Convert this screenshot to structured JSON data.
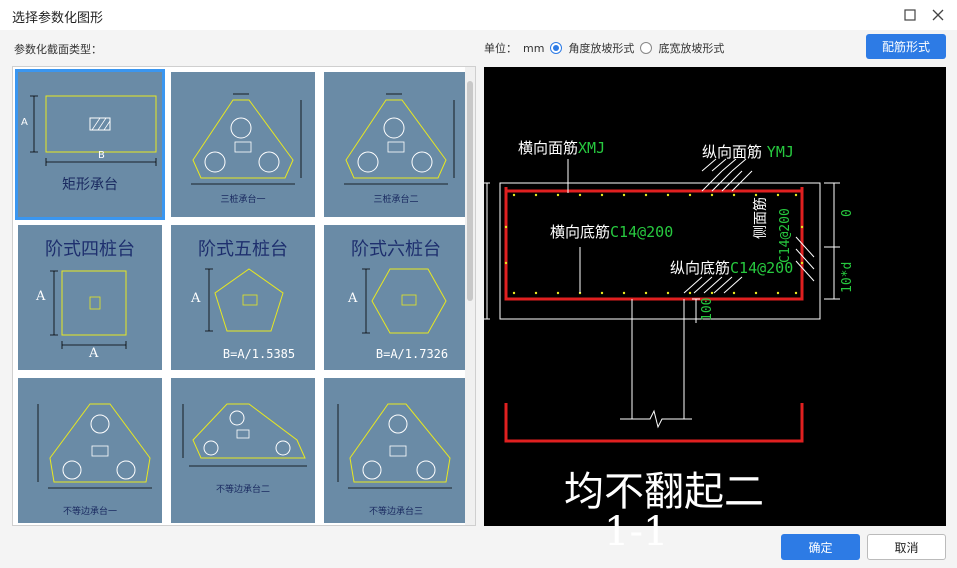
{
  "window": {
    "title": "选择参数化图形"
  },
  "section_label": "参数化截面类型：",
  "unit": {
    "label": "单位：",
    "value": "mm"
  },
  "slope_options": [
    {
      "label": "角度放坡形式",
      "checked": true
    },
    {
      "label": "底宽放坡形式",
      "checked": false
    }
  ],
  "buttons": {
    "rebar_form": "配筋形式",
    "ok": "确定",
    "cancel": "取消"
  },
  "tiles": [
    {
      "caption": "矩形承台",
      "dim_a": "A",
      "dim_b": "B",
      "selected": true
    },
    {
      "caption": "三桩承台一",
      "selected": false
    },
    {
      "caption": "三桩承台二",
      "selected": false
    },
    {
      "title": "阶式四桩台",
      "dim_a": "A",
      "dim_b": "A",
      "selected": false
    },
    {
      "title": "阶式五桩台",
      "dim_a": "A",
      "formula": "B=A/1.5385",
      "selected": false
    },
    {
      "title": "阶式六桩台",
      "dim_a": "A",
      "formula": "B=A/1.7326",
      "selected": false
    },
    {
      "caption": "不等边承台一",
      "selected": false
    },
    {
      "caption": "不等边承台二",
      "selected": false
    },
    {
      "caption": "不等边承台三",
      "selected": false
    }
  ],
  "preview": {
    "top_transverse": {
      "label": "横向面筋",
      "code": "XMJ"
    },
    "top_longitudinal": {
      "label": "纵向面筋",
      "code": "YMJ"
    },
    "bottom_transverse": {
      "label": "横向底筋",
      "code": "C14@200"
    },
    "bottom_longitudinal": {
      "label": "纵向底筋",
      "code": "C14@200"
    },
    "side": {
      "label": "侧面筋",
      "code": "C14@200"
    },
    "dim_top": "0",
    "dim_side": "10*d",
    "dim_bottom": "100",
    "big_text": "均不翻起二",
    "big_text_cut": "1-1"
  },
  "colors": {
    "accent": "#2d7be5",
    "tile_bg": "#6a8ba6",
    "rebar": "#e02020",
    "cad_green": "#27c93f"
  }
}
